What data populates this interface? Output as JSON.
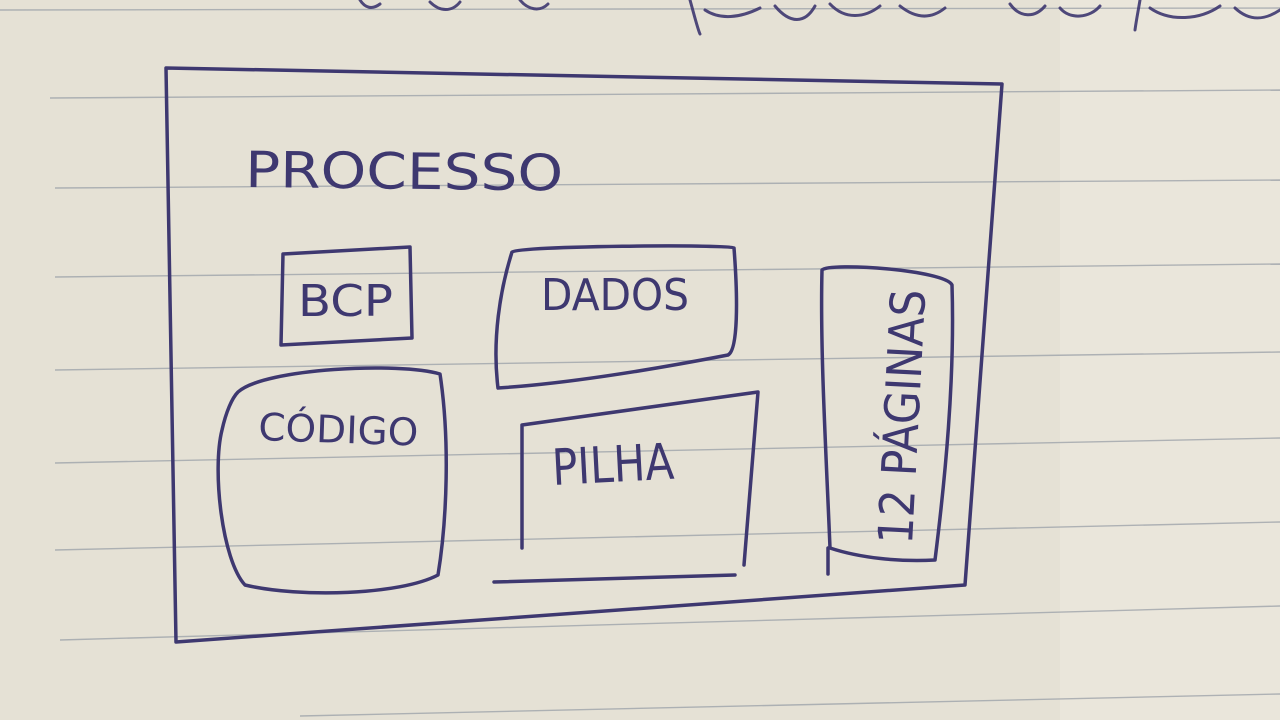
{
  "diagram": {
    "title": "PROCESSO",
    "blocks": {
      "bcp": "BCP",
      "dados": "DADOS",
      "codigo": "CÓDIGO",
      "pilha": "PILHA",
      "paginas": "12 PÁGINAS"
    }
  },
  "colors": {
    "ink": "#3e3870",
    "paper": "#e7e3d7",
    "rule_line": "#9aa0a8"
  }
}
